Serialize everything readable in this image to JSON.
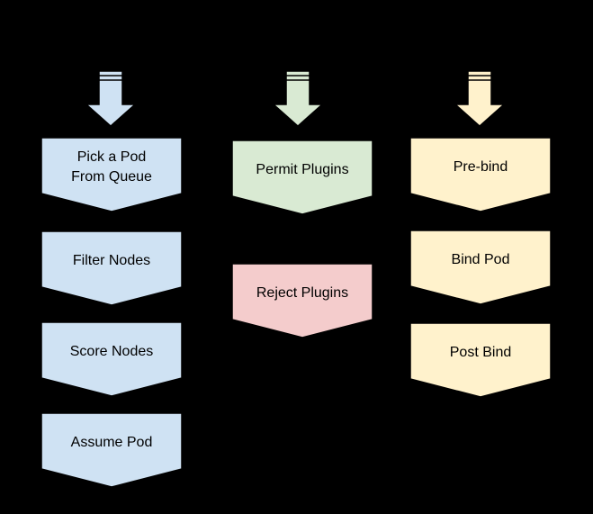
{
  "diagram": {
    "background": "#000000",
    "outline": "#000000",
    "columns": [
      {
        "id": "scheduling-cycle",
        "color": "#cfe2f3",
        "nodes": [
          {
            "color": "#cfe2f3",
            "lines": [
              "Pick a Pod",
              "From Queue"
            ]
          },
          {
            "color": "#cfe2f3",
            "lines": [
              "Filter Nodes"
            ]
          },
          {
            "color": "#cfe2f3",
            "lines": [
              "Score Nodes"
            ]
          },
          {
            "color": "#cfe2f3",
            "lines": [
              "Assume Pod"
            ]
          }
        ]
      },
      {
        "id": "permit",
        "color": "#d9ead3",
        "nodes": [
          {
            "color": "#d9ead3",
            "lines": [
              "Permit Plugins"
            ]
          },
          {
            "color": "#f4cccc",
            "lines": [
              "Reject Plugins"
            ]
          }
        ]
      },
      {
        "id": "binding-cycle",
        "color": "#fff2cc",
        "nodes": [
          {
            "color": "#fff2cc",
            "lines": [
              "Pre-bind"
            ]
          },
          {
            "color": "#fff2cc",
            "lines": [
              "Bind Pod"
            ]
          },
          {
            "color": "#fff2cc",
            "lines": [
              "Post Bind"
            ]
          }
        ]
      }
    ]
  }
}
